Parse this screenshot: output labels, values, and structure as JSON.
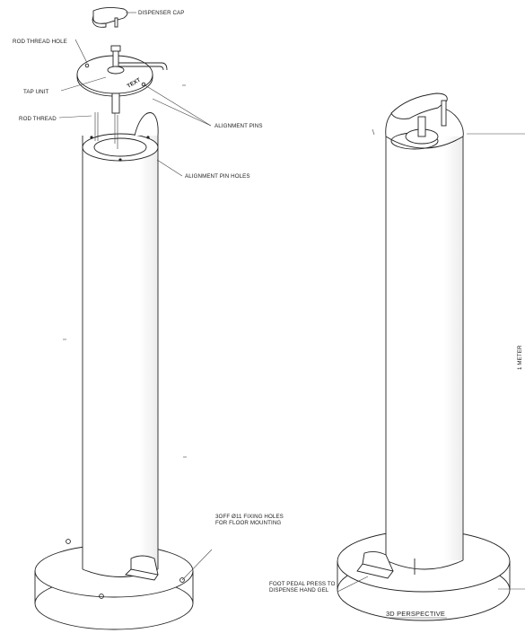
{
  "labels": {
    "dispenser_cap": "DISPENSER CAP",
    "rod_thread_hole": "ROD THREAD HOLE",
    "tap_unit": "TAP UNIT",
    "rod_thread": "ROD THREAD",
    "alignment_pins": "ALIGNMENT PINS",
    "alignment_pin_holes": "ALIGNMENT PIN HOLES",
    "fixing_holes_line1": "3OFF Ø11 FIXING HOLES",
    "fixing_holes_line2": "FOR FLOOR MOUNTING",
    "foot_pedal_line1": "FOOT PEDAL PRESS TO",
    "foot_pedal_line2": "DISPENSE HAND GEL",
    "height": "1 METER",
    "view_title": "3D PERSPECTIVE",
    "tap_engraving": "TEXT"
  },
  "colors": {
    "line": "#222222",
    "leader": "#444444",
    "paper": "#ffffff",
    "cylinder_shade": "#f3f3f3"
  }
}
